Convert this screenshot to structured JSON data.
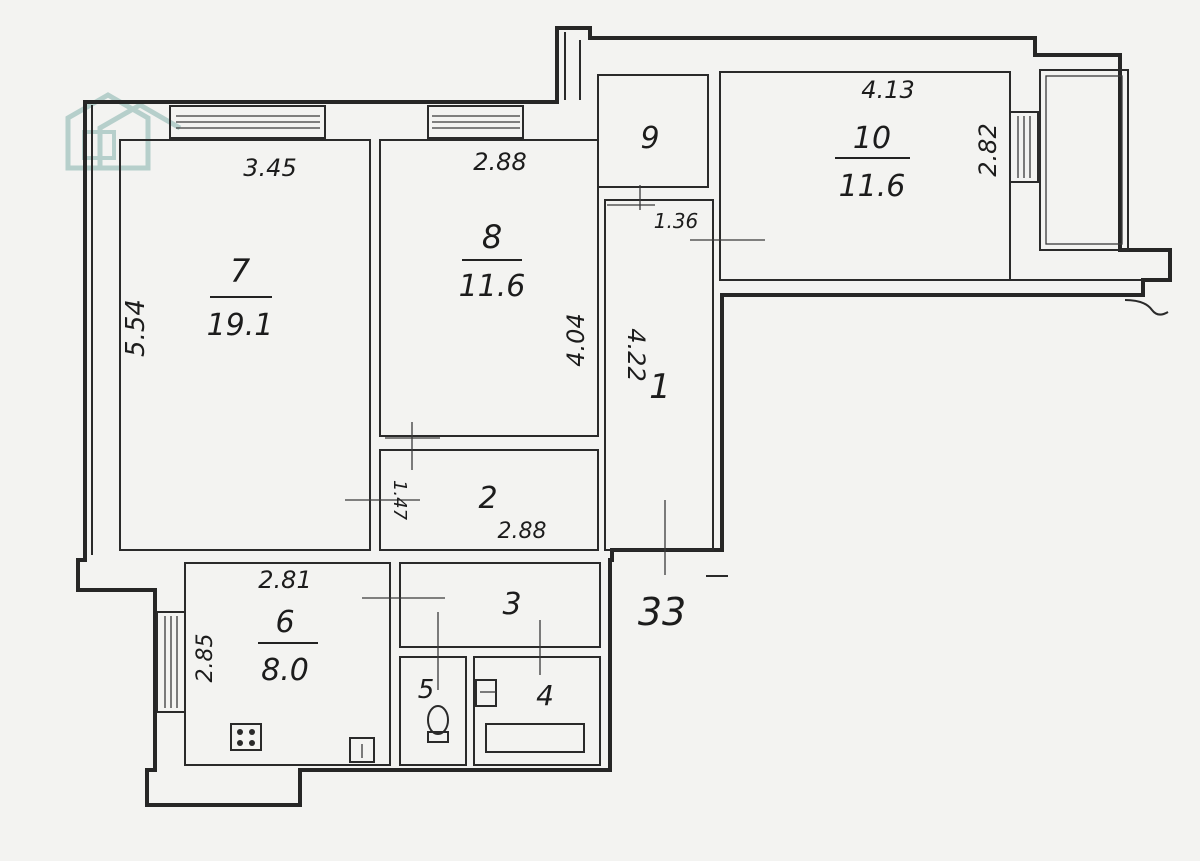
{
  "plan": {
    "rooms": [
      {
        "id": "7",
        "number": "7",
        "area": "19.1"
      },
      {
        "id": "8",
        "number": "8",
        "area": "11.6"
      },
      {
        "id": "10",
        "number": "10",
        "area": "11.6"
      },
      {
        "id": "6",
        "number": "6",
        "area": "8.0"
      },
      {
        "id": "9",
        "number": "9"
      },
      {
        "id": "1",
        "number": "1"
      },
      {
        "id": "2",
        "number": "2"
      },
      {
        "id": "3",
        "number": "3"
      },
      {
        "id": "4",
        "number": "4"
      },
      {
        "id": "5",
        "number": "5"
      }
    ],
    "dimensions": {
      "room7_width": "3.45",
      "room7_length": "5.54",
      "room8_width": "2.88",
      "room8_length": "4.04",
      "room10_width": "4.13",
      "room10_length": "2.82",
      "room9_width": "1.36",
      "corridor_length": "4.22",
      "room2_width": "2.88",
      "room2_length": "1.47",
      "room6_width": "2.81",
      "room6_length": "2.85"
    },
    "stair_label": "33",
    "watermark": "house logo",
    "colors": {
      "ink": "#262626",
      "paper": "#f3f3f1",
      "watermark": "#8fb8b3"
    }
  }
}
